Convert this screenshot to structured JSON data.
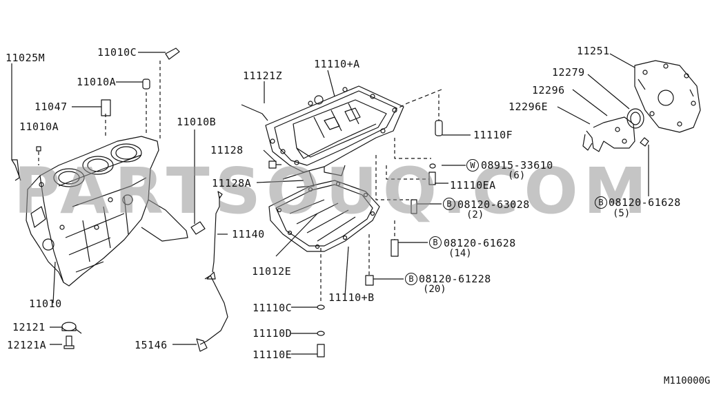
{
  "watermark": "PARTSOUQ.COM",
  "diagram_code": "M110000G",
  "colors": {
    "line": "#111111",
    "watermark": "#969696"
  },
  "labels": {
    "l11025M": "11025M",
    "l11010C": "11010C",
    "l11010A_1": "11010A",
    "l11047": "11047",
    "l11010A_2": "11010A",
    "l11010B": "11010B",
    "l11010": "11010",
    "l12121": "12121",
    "l12121A": "12121A",
    "l11121Z": "11121Z",
    "l11110A": "11110+A",
    "l11128": "11128",
    "l11128A": "11128A",
    "l11140": "11140",
    "l11012E": "11012E",
    "l11110B": "11110+B",
    "l11110C": "11110C",
    "l11110D": "11110D",
    "l11110E": "11110E",
    "l15146": "15146",
    "l11110F": "11110F",
    "l08915": "08915-33610",
    "q08915": "(6)",
    "l11110EA": "11110EA",
    "l63028": "08120-63028",
    "q63028": "(2)",
    "l61628a": "08120-61628",
    "q61628a": "(14)",
    "l61228": "08120-61228",
    "q61228": "(20)",
    "l11251": "11251",
    "l12279": "12279",
    "l12296": "12296",
    "l12296E": "12296E",
    "l61628b": "08120-61628",
    "q61628b": "(5)"
  },
  "markers": {
    "washer": "W",
    "bolt": "B"
  }
}
